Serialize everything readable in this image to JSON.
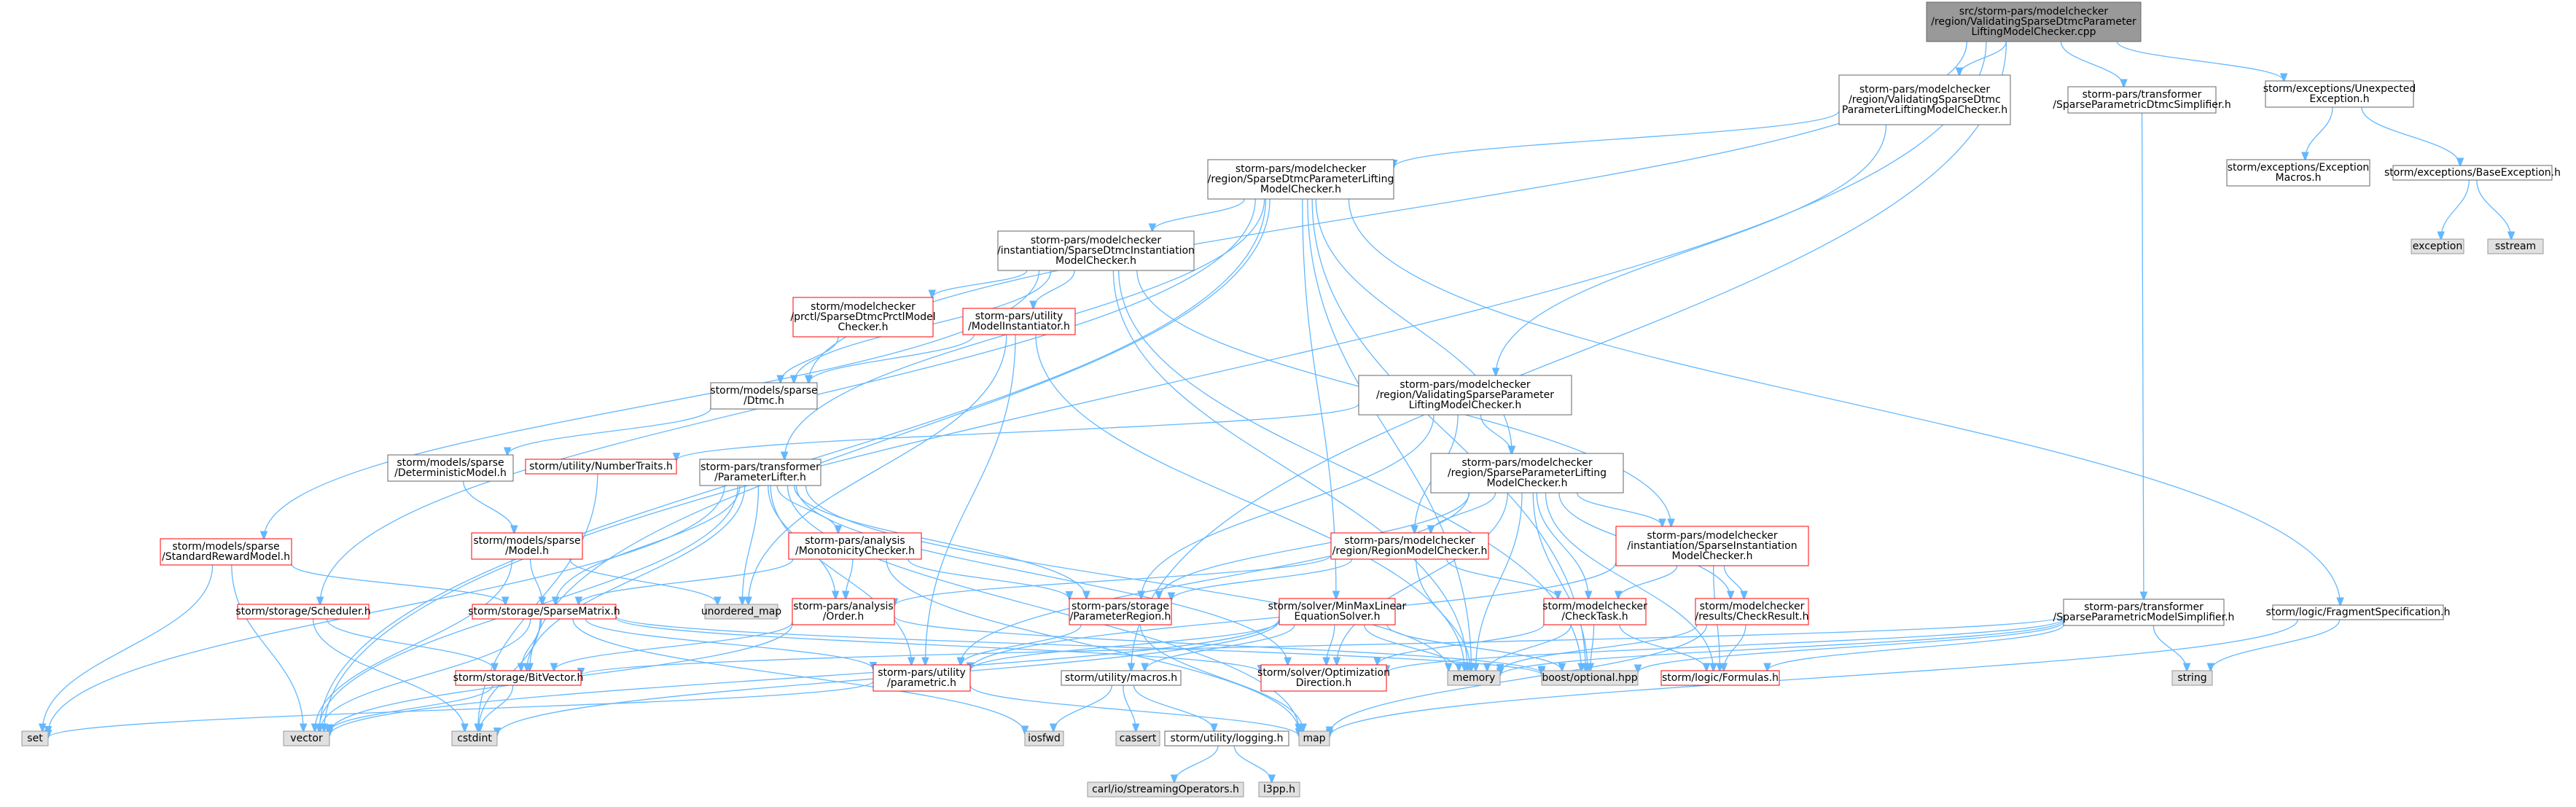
{
  "colors": {
    "edge": "#63B8FF",
    "root_fill": "#999999",
    "root_stroke": "#666666",
    "normal_stroke": "#666666",
    "red_stroke": "#FF0000",
    "system_fill": "#E0E0E0",
    "system_stroke": "#999999"
  },
  "nodes": [
    {
      "id": "root",
      "kind": "root",
      "lines": [
        "src/storm-pars/modelchecker",
        "/region/ValidatingSparseDtmcParameter",
        "LiftingModelChecker.cpp"
      ]
    },
    {
      "id": "vsdpl",
      "kind": "normal",
      "lines": [
        "storm-pars/modelchecker",
        "/region/ValidatingSparseDtmc",
        "ParameterLiftingModelChecker.h"
      ]
    },
    {
      "id": "spds",
      "kind": "normal",
      "lines": [
        "storm-pars/transformer",
        "/SparseParametricDtmcSimplifier.h"
      ]
    },
    {
      "id": "uexc",
      "kind": "normal",
      "lines": [
        "storm/exceptions/Unexpected",
        "Exception.h"
      ]
    },
    {
      "id": "emacros",
      "kind": "normal",
      "lines": [
        "storm/exceptions/Exception",
        "Macros.h"
      ]
    },
    {
      "id": "bexc",
      "kind": "normal",
      "lines": [
        "storm/exceptions/BaseException.h"
      ]
    },
    {
      "id": "exception",
      "kind": "system",
      "lines": [
        "exception"
      ]
    },
    {
      "id": "sstream",
      "kind": "system",
      "lines": [
        "sstream"
      ]
    },
    {
      "id": "sdpl",
      "kind": "normal",
      "lines": [
        "storm-pars/modelchecker",
        "/region/SparseDtmcParameterLifting",
        "ModelChecker.h"
      ]
    },
    {
      "id": "sdic",
      "kind": "normal",
      "lines": [
        "storm-pars/modelchecker",
        "/instantiation/SparseDtmcInstantiation",
        "ModelChecker.h"
      ]
    },
    {
      "id": "prctl",
      "kind": "red",
      "lines": [
        "storm/modelchecker",
        "/prctl/SparseDtmcPrctlModel",
        "Checker.h"
      ]
    },
    {
      "id": "minst",
      "kind": "red",
      "lines": [
        "storm-pars/utility",
        "/ModelInstantiator.h"
      ]
    },
    {
      "id": "dtmc",
      "kind": "normal",
      "lines": [
        "storm/models/sparse",
        "/Dtmc.h"
      ]
    },
    {
      "id": "vspl",
      "kind": "normal",
      "lines": [
        "storm-pars/modelchecker",
        "/region/ValidatingSparseParameter",
        "LiftingModelChecker.h"
      ]
    },
    {
      "id": "detm",
      "kind": "normal",
      "lines": [
        "storm/models/sparse",
        "/DeterministicModel.h"
      ]
    },
    {
      "id": "ntraits",
      "kind": "red",
      "lines": [
        "storm/utility/NumberTraits.h"
      ]
    },
    {
      "id": "plifter",
      "kind": "normal",
      "lines": [
        "storm-pars/transformer",
        "/ParameterLifter.h"
      ]
    },
    {
      "id": "splmc",
      "kind": "normal",
      "lines": [
        "storm-pars/modelchecker",
        "/region/SparseParameterLifting",
        "ModelChecker.h"
      ]
    },
    {
      "id": "srm",
      "kind": "red",
      "lines": [
        "storm/models/sparse",
        "/StandardRewardModel.h"
      ]
    },
    {
      "id": "model",
      "kind": "red",
      "lines": [
        "storm/models/sparse",
        "/Model.h"
      ]
    },
    {
      "id": "monot",
      "kind": "red",
      "lines": [
        "storm-pars/analysis",
        "/MonotonicityChecker.h"
      ]
    },
    {
      "id": "rmc",
      "kind": "red",
      "lines": [
        "storm-pars/modelchecker",
        "/region/RegionModelChecker.h"
      ]
    },
    {
      "id": "sic",
      "kind": "red",
      "lines": [
        "storm-pars/modelchecker",
        "/instantiation/SparseInstantiation",
        "ModelChecker.h"
      ]
    },
    {
      "id": "spms",
      "kind": "normal",
      "lines": [
        "storm-pars/transformer",
        "/SparseParametricModelSimplifier.h"
      ]
    },
    {
      "id": "fspec",
      "kind": "normal",
      "lines": [
        "storm/logic/FragmentSpecification.h"
      ]
    },
    {
      "id": "sched",
      "kind": "red",
      "lines": [
        "storm/storage/Scheduler.h"
      ]
    },
    {
      "id": "smatrix",
      "kind": "red",
      "lines": [
        "storm/storage/SparseMatrix.h"
      ]
    },
    {
      "id": "umap",
      "kind": "system",
      "lines": [
        "unordered_map"
      ]
    },
    {
      "id": "order",
      "kind": "red",
      "lines": [
        "storm-pars/analysis",
        "/Order.h"
      ]
    },
    {
      "id": "preg",
      "kind": "red",
      "lines": [
        "storm-pars/storage",
        "/ParameterRegion.h"
      ]
    },
    {
      "id": "minmax",
      "kind": "red",
      "lines": [
        "storm/solver/MinMaxLinear",
        "EquationSolver.h"
      ]
    },
    {
      "id": "ctask",
      "kind": "red",
      "lines": [
        "storm/modelchecker",
        "/CheckTask.h"
      ]
    },
    {
      "id": "cresult",
      "kind": "red",
      "lines": [
        "storm/modelchecker",
        "/results/CheckResult.h"
      ]
    },
    {
      "id": "string",
      "kind": "system",
      "lines": [
        "string"
      ]
    },
    {
      "id": "bitvec",
      "kind": "red",
      "lines": [
        "storm/storage/BitVector.h"
      ]
    },
    {
      "id": "param",
      "kind": "red",
      "lines": [
        "storm-pars/utility",
        "/parametric.h"
      ]
    },
    {
      "id": "macros",
      "kind": "normal",
      "lines": [
        "storm/utility/macros.h"
      ]
    },
    {
      "id": "optdir",
      "kind": "red",
      "lines": [
        "storm/solver/Optimization",
        "Direction.h"
      ]
    },
    {
      "id": "memory",
      "kind": "system",
      "lines": [
        "memory"
      ]
    },
    {
      "id": "boostopt",
      "kind": "system",
      "lines": [
        "boost/optional.hpp"
      ]
    },
    {
      "id": "formulas",
      "kind": "red",
      "lines": [
        "storm/logic/Formulas.h"
      ]
    },
    {
      "id": "set",
      "kind": "system",
      "lines": [
        "set"
      ]
    },
    {
      "id": "vector",
      "kind": "system",
      "lines": [
        "vector"
      ]
    },
    {
      "id": "cstdint",
      "kind": "system",
      "lines": [
        "cstdint"
      ]
    },
    {
      "id": "iosfwd",
      "kind": "system",
      "lines": [
        "iosfwd"
      ]
    },
    {
      "id": "cassert",
      "kind": "system",
      "lines": [
        "cassert"
      ]
    },
    {
      "id": "map",
      "kind": "system",
      "lines": [
        "map"
      ]
    },
    {
      "id": "logging",
      "kind": "normal",
      "lines": [
        "storm/utility/logging.h"
      ]
    },
    {
      "id": "carl",
      "kind": "system",
      "lines": [
        "carl/io/streamingOperators.h"
      ]
    },
    {
      "id": "l3pp",
      "kind": "system",
      "lines": [
        "l3pp.h"
      ]
    }
  ],
  "edges": [
    [
      "root",
      "vsdpl"
    ],
    [
      "root",
      "spds"
    ],
    [
      "root",
      "uexc"
    ],
    [
      "root",
      "dtmc"
    ],
    [
      "root",
      "vector"
    ],
    [
      "root",
      "macros"
    ],
    [
      "uexc",
      "emacros"
    ],
    [
      "uexc",
      "bexc"
    ],
    [
      "bexc",
      "exception"
    ],
    [
      "bexc",
      "sstream"
    ],
    [
      "vsdpl",
      "sdpl"
    ],
    [
      "vsdpl",
      "vspl"
    ],
    [
      "spds",
      "spms"
    ],
    [
      "sdpl",
      "sdic"
    ],
    [
      "sdpl",
      "plifter"
    ],
    [
      "sdpl",
      "splmc"
    ],
    [
      "sdpl",
      "minmax"
    ],
    [
      "sdpl",
      "fspec"
    ],
    [
      "sdpl",
      "sched"
    ],
    [
      "sdpl",
      "bitvec"
    ],
    [
      "sdpl",
      "vector"
    ],
    [
      "sdpl",
      "memory"
    ],
    [
      "sdpl",
      "boostopt"
    ],
    [
      "sdic",
      "prctl"
    ],
    [
      "sdic",
      "minst"
    ],
    [
      "sdic",
      "dtmc"
    ],
    [
      "sdic",
      "srm"
    ],
    [
      "sdic",
      "sic"
    ],
    [
      "sdic",
      "memory"
    ],
    [
      "sdic",
      "boostopt"
    ],
    [
      "prctl",
      "dtmc"
    ],
    [
      "minst",
      "dtmc"
    ],
    [
      "minst",
      "umap"
    ],
    [
      "minst",
      "param"
    ],
    [
      "minst",
      "memory"
    ],
    [
      "dtmc",
      "detm"
    ],
    [
      "detm",
      "model"
    ],
    [
      "model",
      "smatrix"
    ],
    [
      "model",
      "umap"
    ],
    [
      "model",
      "vector"
    ],
    [
      "vspl",
      "ntraits"
    ],
    [
      "vspl",
      "splmc"
    ],
    [
      "vspl",
      "rmc"
    ],
    [
      "vspl",
      "preg"
    ],
    [
      "ntraits",
      "cstdint"
    ],
    [
      "plifter",
      "monot"
    ],
    [
      "plifter",
      "order"
    ],
    [
      "plifter",
      "preg"
    ],
    [
      "plifter",
      "smatrix"
    ],
    [
      "plifter",
      "bitvec"
    ],
    [
      "plifter",
      "param"
    ],
    [
      "plifter",
      "umap"
    ],
    [
      "plifter",
      "optdir"
    ],
    [
      "plifter",
      "memory"
    ],
    [
      "plifter",
      "vector"
    ],
    [
      "plifter",
      "set"
    ],
    [
      "plifter",
      "map"
    ],
    [
      "splmc",
      "rmc"
    ],
    [
      "splmc",
      "sic"
    ],
    [
      "splmc",
      "ctask"
    ],
    [
      "splmc",
      "cresult"
    ],
    [
      "splmc",
      "preg"
    ],
    [
      "splmc",
      "param"
    ],
    [
      "splmc",
      "optdir"
    ],
    [
      "splmc",
      "formulas"
    ],
    [
      "splmc",
      "memory"
    ],
    [
      "splmc",
      "boostopt"
    ],
    [
      "srm",
      "smatrix"
    ],
    [
      "srm",
      "vector"
    ],
    [
      "srm",
      "set"
    ],
    [
      "monot",
      "order"
    ],
    [
      "monot",
      "preg"
    ],
    [
      "monot",
      "smatrix"
    ],
    [
      "monot",
      "map"
    ],
    [
      "rmc",
      "preg"
    ],
    [
      "rmc",
      "ctask"
    ],
    [
      "rmc",
      "memory"
    ],
    [
      "rmc",
      "order"
    ],
    [
      "sic",
      "ctask"
    ],
    [
      "sic",
      "cresult"
    ],
    [
      "sic",
      "formulas"
    ],
    [
      "sic",
      "param"
    ],
    [
      "spms",
      "memory"
    ],
    [
      "spms",
      "boostopt"
    ],
    [
      "spms",
      "string"
    ],
    [
      "spms",
      "formulas"
    ],
    [
      "spms",
      "optdir"
    ],
    [
      "spms",
      "bitvec"
    ],
    [
      "fspec",
      "map"
    ],
    [
      "fspec",
      "string"
    ],
    [
      "sched",
      "bitvec"
    ],
    [
      "sched",
      "cstdint"
    ],
    [
      "smatrix",
      "bitvec"
    ],
    [
      "smatrix",
      "optdir"
    ],
    [
      "smatrix",
      "boostopt"
    ],
    [
      "smatrix",
      "vector"
    ],
    [
      "smatrix",
      "cstdint"
    ],
    [
      "smatrix",
      "iosfwd"
    ],
    [
      "smatrix",
      "param"
    ],
    [
      "order",
      "bitvec"
    ],
    [
      "order",
      "boostopt"
    ],
    [
      "order",
      "vector"
    ],
    [
      "preg",
      "param"
    ],
    [
      "preg",
      "map"
    ],
    [
      "minmax",
      "optdir"
    ],
    [
      "minmax",
      "memory"
    ],
    [
      "minmax",
      "param"
    ],
    [
      "minmax",
      "macros"
    ],
    [
      "minmax",
      "vector"
    ],
    [
      "minmax",
      "cstdint"
    ],
    [
      "minmax",
      "boostopt"
    ],
    [
      "ctask",
      "optdir"
    ],
    [
      "ctask",
      "formulas"
    ],
    [
      "ctask",
      "memory"
    ],
    [
      "ctask",
      "boostopt"
    ],
    [
      "cresult",
      "memory"
    ],
    [
      "cresult",
      "formulas"
    ],
    [
      "cresult",
      "map"
    ],
    [
      "bitvec",
      "vector"
    ],
    [
      "bitvec",
      "cstdint"
    ],
    [
      "param",
      "map"
    ],
    [
      "param",
      "set"
    ],
    [
      "macros",
      "iosfwd"
    ],
    [
      "macros",
      "cassert"
    ],
    [
      "macros",
      "logging"
    ],
    [
      "logging",
      "carl"
    ],
    [
      "logging",
      "l3pp"
    ]
  ]
}
